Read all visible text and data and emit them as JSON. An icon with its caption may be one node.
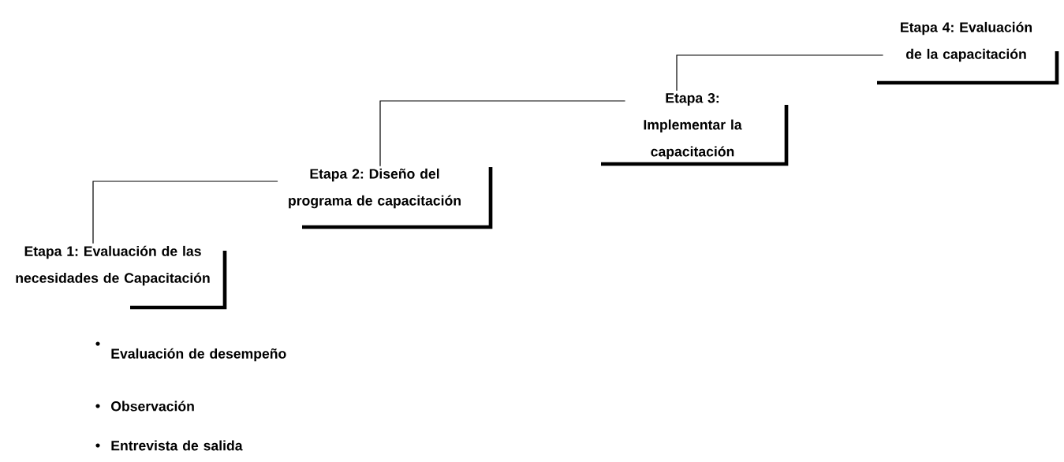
{
  "diagram": {
    "nodes": [
      {
        "text": [
          "Etapa 1: Evaluación de las necesidades de Capacitación"
        ]
      },
      {
        "text": [
          "Etapa 2: Diseño del programa de capacitación"
        ]
      },
      {
        "text": [
          "Etapa 3: Implementar la capacitación"
        ]
      },
      {
        "text": [
          "Etapa 4: Evaluación de la capacitación"
        ]
      }
    ],
    "edges": [
      {
        "from": 0,
        "to": 1,
        "arrow": "none"
      },
      {
        "from": 1,
        "to": 2,
        "arrow": "none"
      },
      {
        "from": 2,
        "to": 3,
        "arrow": "none"
      }
    ],
    "labels": [
      "Evaluación de desempeño",
      "Observación",
      "Entrevista de salida"
    ]
  }
}
